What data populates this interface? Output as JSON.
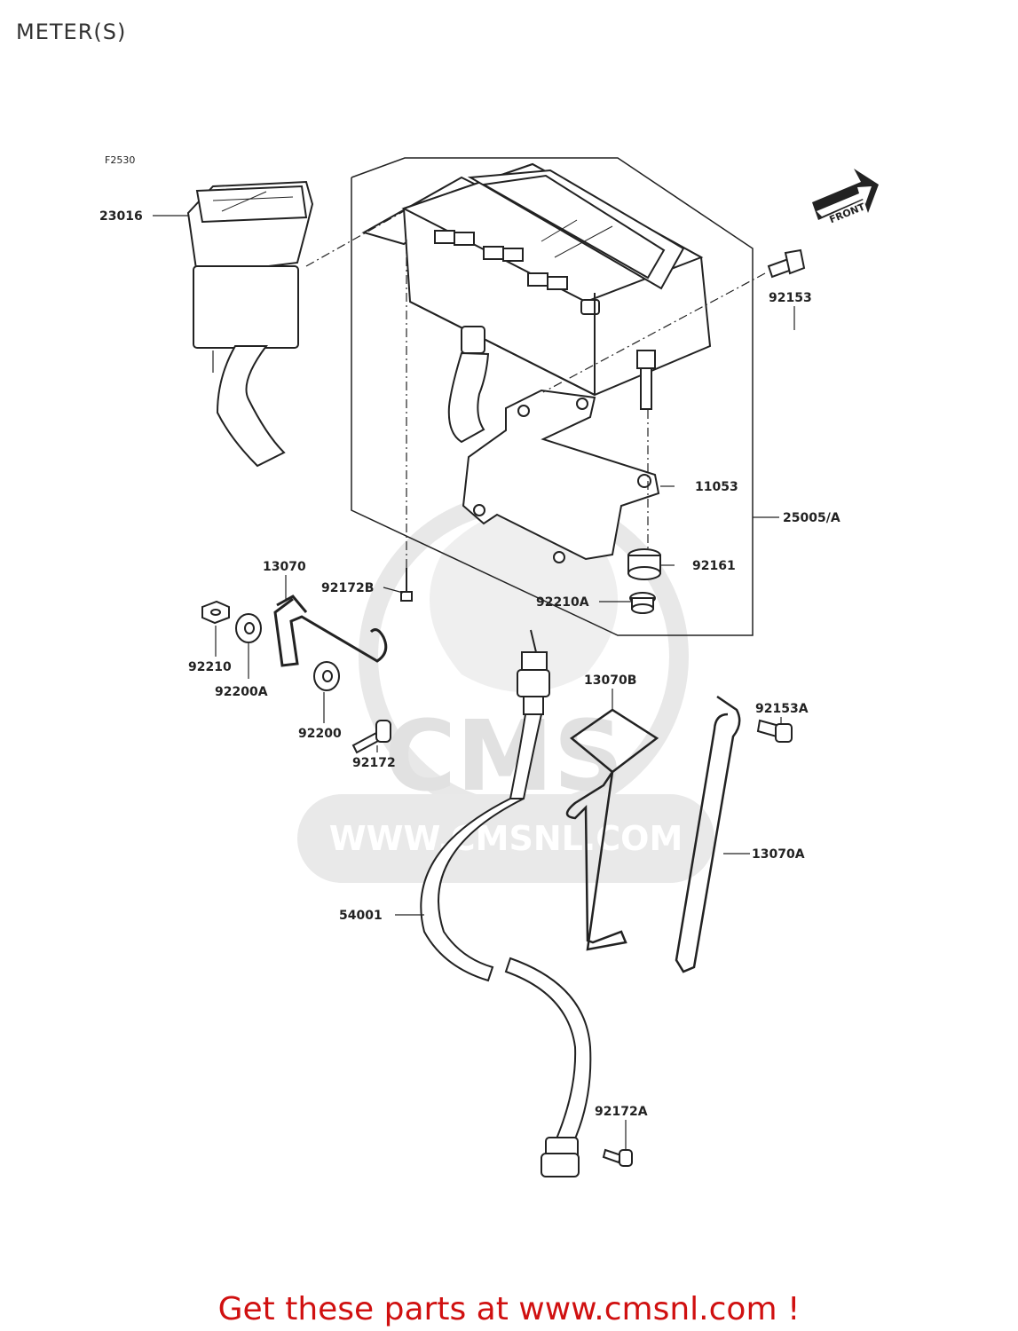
{
  "page_title": "METER(S)",
  "figure_code": "F2530",
  "front_badge": "FRONT",
  "watermark": {
    "logo_text": "CMS",
    "url_text": "WWW.CMSNL.COM"
  },
  "parts": {
    "p23016": "23016",
    "p92153": "92153",
    "p11053": "11053",
    "p25005a": "25005/A",
    "p92161": "92161",
    "p92210a": "92210A",
    "p92172b": "92172B",
    "p13070": "13070",
    "p92210": "92210",
    "p92200a": "92200A",
    "p92200": "92200",
    "p92172": "92172",
    "p13070b": "13070B",
    "p92153a": "92153A",
    "p13070a": "13070A",
    "p54001": "54001",
    "p92172a": "92172A"
  },
  "promo_text": "Get these parts at www.cmsnl.com !",
  "colors": {
    "line": "#222222",
    "promo": "#d01010",
    "watermark": "#e6e6e6"
  }
}
